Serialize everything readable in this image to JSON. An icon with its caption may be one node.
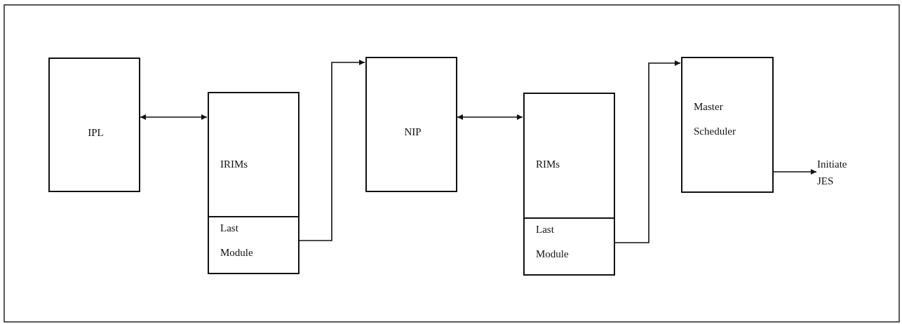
{
  "diagram": {
    "nodes": [
      {
        "text": [
          "IPL"
        ]
      },
      {
        "text": [
          "IRIMs"
        ]
      },
      {
        "text": [
          "Last Module"
        ],
        "in": 1
      },
      {
        "text": [
          "NIP"
        ]
      },
      {
        "text": [
          "RIMs"
        ]
      },
      {
        "text": [
          "Last Module"
        ],
        "in": 4
      },
      {
        "text": [
          "Master Scheduler"
        ]
      },
      {
        "text": [
          "Initiate JES"
        ]
      }
    ],
    "edges": [
      {
        "from": 0,
        "to": 1,
        "arrow": "both"
      },
      {
        "from": 2,
        "to": 3,
        "arrow": "to"
      },
      {
        "from": 3,
        "to": 4,
        "arrow": "both"
      },
      {
        "from": 5,
        "to": 6,
        "arrow": "to"
      },
      {
        "from": 6,
        "to": 7,
        "arrow": "to"
      }
    ]
  }
}
